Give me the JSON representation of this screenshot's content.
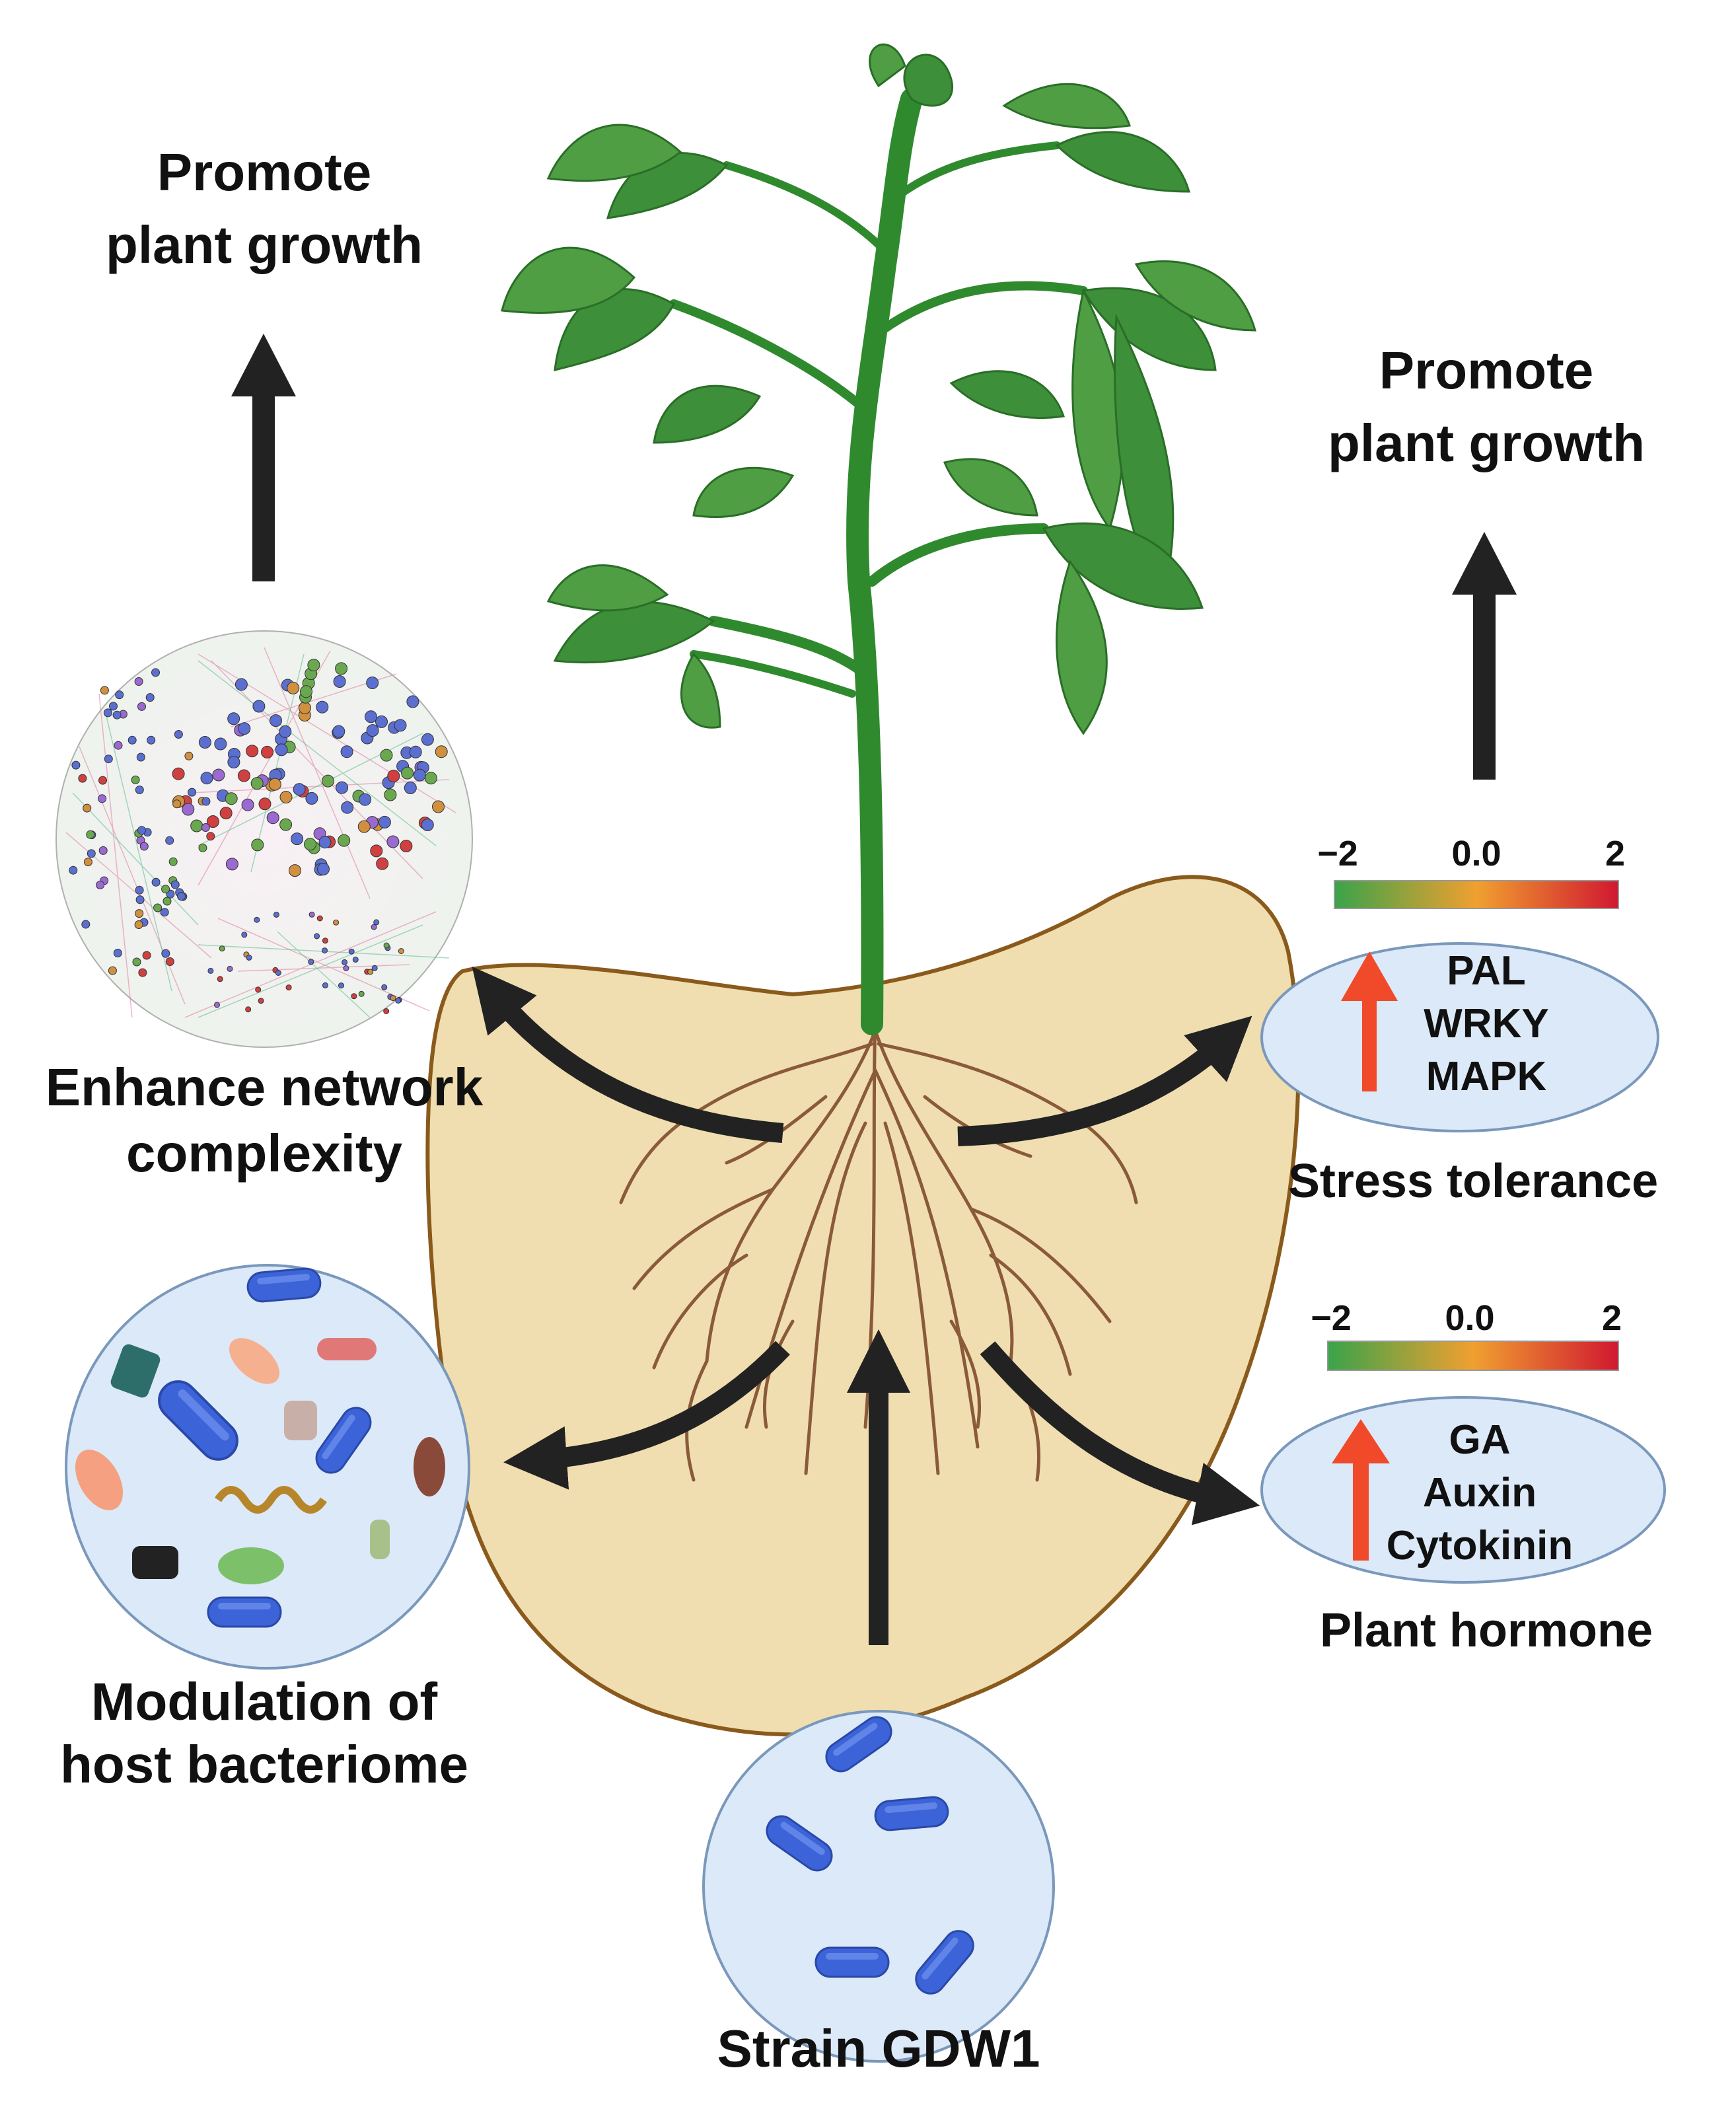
{
  "left_top": {
    "line1": "Promote",
    "line2": "plant growth"
  },
  "right_top": {
    "line1": "Promote",
    "line2": "plant growth"
  },
  "network": {
    "line1": "Enhance network",
    "line2": "complexity"
  },
  "bacteriome": {
    "line1": "Modulation of",
    "line2": "host bacteriome"
  },
  "strain": {
    "label": "Strain GDW1"
  },
  "stress": {
    "scale": {
      "min": "−2",
      "mid": "0.0",
      "max": "2"
    },
    "genes": [
      "PAL",
      "WRKY",
      "MAPK"
    ],
    "label": "Stress tolerance"
  },
  "hormone": {
    "scale": {
      "min": "−2",
      "mid": "0.0",
      "max": "2"
    },
    "genes": [
      "GA",
      "Auxin",
      "Cytokinin"
    ],
    "label": "Plant hormone"
  },
  "colors": {
    "soil": "#f0deb0",
    "soil_edge": "#8a5a1c",
    "leaf": "#3d8f3a",
    "leaf_light": "#5fae4e",
    "stem": "#2f8a2e",
    "root": "#8a5a3a",
    "arrow": "#222222",
    "up_arrow_red": "#f04a2a",
    "oval_fill": "#dce9f8",
    "oval_edge": "#7a98bb",
    "gradient_low": "#3aa34a",
    "gradient_mid": "#f0a030",
    "gradient_high": "#d01830",
    "bacteria_blue": "#3c64d8"
  }
}
